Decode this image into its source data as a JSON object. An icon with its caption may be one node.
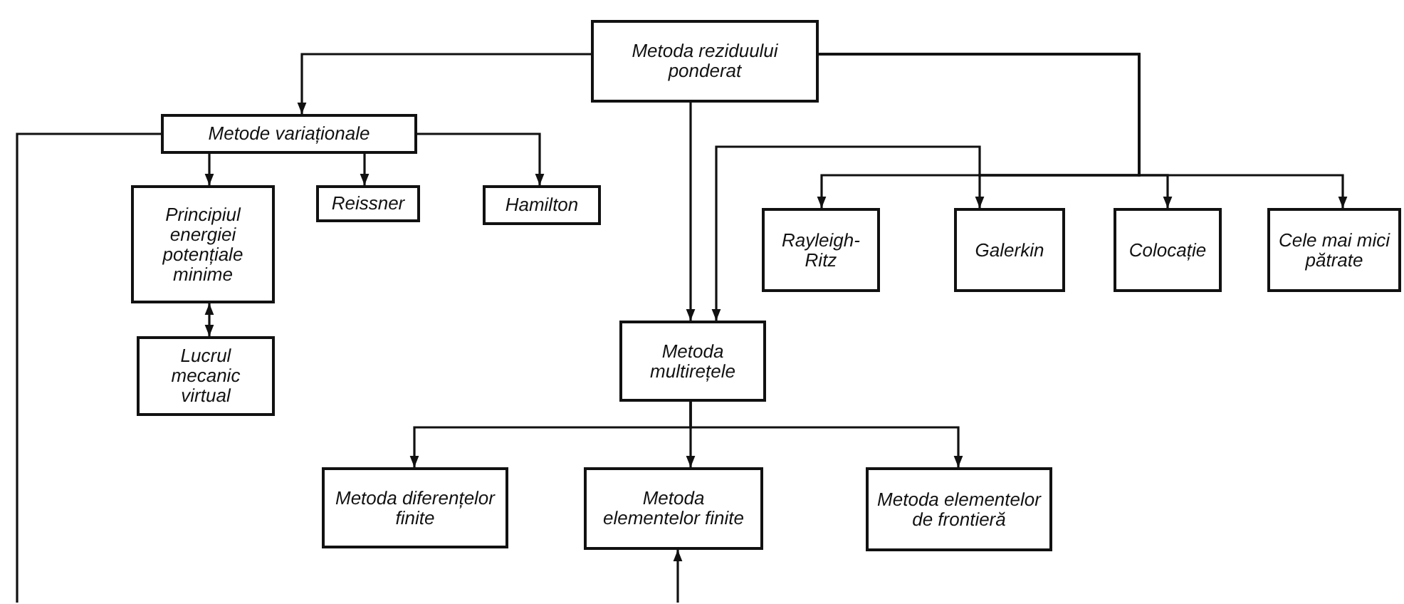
{
  "diagram": {
    "nodes": [
      {
        "text": [
          "Metoda reziduului ponderat"
        ]
      },
      {
        "text": [
          "Metode variaționale"
        ]
      },
      {
        "text": [
          "Principiul energiei potențiale minime"
        ]
      },
      {
        "text": [
          "Reissner"
        ]
      },
      {
        "text": [
          "Hamilton"
        ]
      },
      {
        "text": [
          "Rayleigh-Ritz"
        ]
      },
      {
        "text": [
          "Galerkin"
        ]
      },
      {
        "text": [
          "Colocație"
        ]
      },
      {
        "text": [
          "Cele mai mici pătrate"
        ]
      },
      {
        "text": [
          "Lucrul mecanic virtual"
        ]
      },
      {
        "text": [
          "Metoda multirețele"
        ]
      },
      {
        "text": [
          "Metoda diferențelor finite"
        ]
      },
      {
        "text": [
          "Metoda elementelor finite"
        ]
      },
      {
        "text": [
          "Metoda elementelor de frontieră"
        ]
      }
    ],
    "edges": [
      {
        "from": 0,
        "to": 1,
        "arrow": "to"
      },
      {
        "from": 0,
        "to": 10,
        "arrow": "to"
      },
      {
        "from": 0,
        "to": 5,
        "arrow": "to"
      },
      {
        "from": 0,
        "to": 6,
        "arrow": "to"
      },
      {
        "from": 0,
        "to": 7,
        "arrow": "to"
      },
      {
        "from": 0,
        "to": 8,
        "arrow": "to"
      },
      {
        "from": 0,
        "to": 10,
        "arrow": "to"
      },
      {
        "from": 1,
        "to": 2,
        "arrow": "to"
      },
      {
        "from": 1,
        "to": 3,
        "arrow": "to"
      },
      {
        "from": 1,
        "to": 4,
        "arrow": "to"
      },
      {
        "from": 2,
        "to": 9,
        "arrow": "both"
      },
      {
        "from": 1,
        "to": null,
        "arrow": "none"
      },
      {
        "from": null,
        "to": 12,
        "arrow": "to"
      },
      {
        "from": 10,
        "to": 11,
        "arrow": "to"
      },
      {
        "from": 10,
        "to": 12,
        "arrow": "to"
      },
      {
        "from": 10,
        "to": 13,
        "arrow": "to"
      }
    ]
  }
}
